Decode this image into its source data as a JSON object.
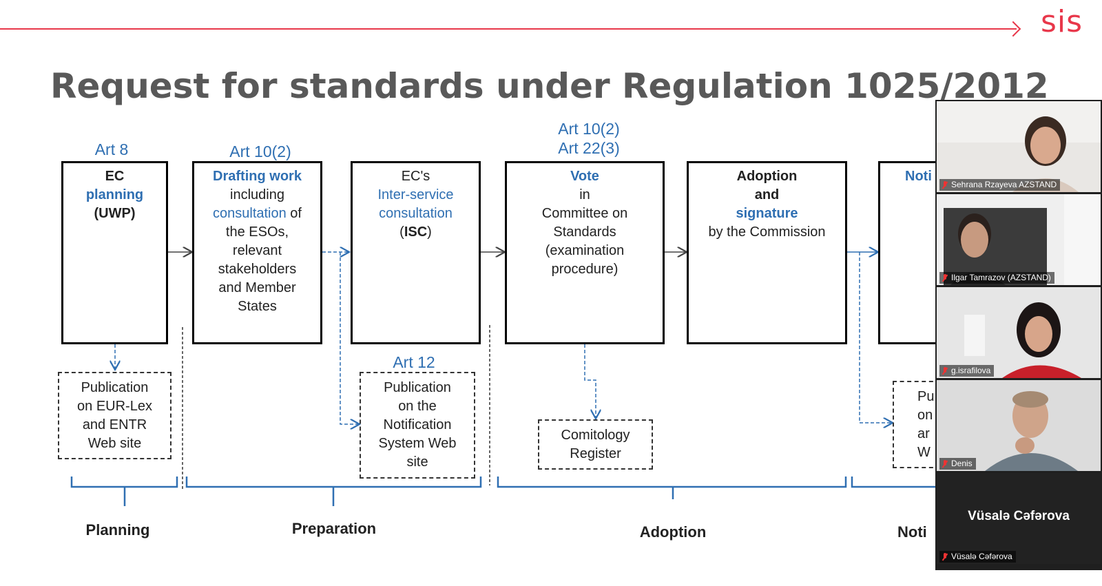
{
  "slide": {
    "logo": "sis",
    "title": "Request for standards under Regulation 1025/2012",
    "art_labels": {
      "art8": "Art 8",
      "art10_2_a": "Art 10(2)",
      "art10_2_b": "Art 10(2)",
      "art22_3": "Art 22(3)",
      "art12": "Art 12"
    },
    "boxes": {
      "planning": {
        "l1": "EC",
        "l2": "planning",
        "l3": "(UWP)"
      },
      "drafting": {
        "l1": "Drafting work",
        "l2": "including",
        "l3a": "consultation",
        "l3b": " of",
        "l4": "the ESOs,",
        "l5": "relevant",
        "l6": "stakeholders",
        "l7": "and Member",
        "l8": "States"
      },
      "isc": {
        "l1": "EC's",
        "l2": "Inter-service",
        "l3": "consultation",
        "l4a": "(",
        "l4b": "ISC",
        "l4c": ")"
      },
      "vote": {
        "l1": "Vote",
        "l2": "in",
        "l3": "Committee on",
        "l4": "Standards",
        "l5": "(examination",
        "l6": "procedure)"
      },
      "adoption": {
        "l1": "Adoption",
        "l2": "and",
        "l3": "signature",
        "l4": "by the Commission"
      },
      "notification": {
        "l1": "Noti"
      }
    },
    "dashed_boxes": {
      "eurlex": {
        "l1": "Publication",
        "l2": "on EUR-Lex",
        "l3": "and ENTR",
        "l4": "Web site"
      },
      "notif_system": {
        "l1": "Publication",
        "l2": "on the",
        "l3": "Notification",
        "l4": "System Web",
        "l5": "site"
      },
      "comitology": {
        "l1": "Comitology",
        "l2": "Register"
      },
      "partial": {
        "l1": "Pu",
        "l2": "on",
        "l3": "ar",
        "l4": "W"
      }
    },
    "phases": {
      "planning": "Planning",
      "preparation": "Preparation",
      "adoption": "Adoption",
      "notification": "Noti"
    }
  },
  "video_panel": {
    "participants": [
      {
        "name": "Sehrana Rzayeva AZSTAND",
        "muted": true
      },
      {
        "name": "Ilgar Tamrazov (AZSTAND)",
        "muted": true
      },
      {
        "name": "g.israfilova",
        "muted": true
      },
      {
        "name": "Denis",
        "muted": true
      },
      {
        "name": "Vüsalə Cəfərova",
        "display_name": "Vüsalə Cəfərova",
        "muted": true
      }
    ]
  },
  "colors": {
    "brand_red": "#e8374a",
    "link_blue": "#2f6fb2",
    "title_gray": "#595959"
  }
}
